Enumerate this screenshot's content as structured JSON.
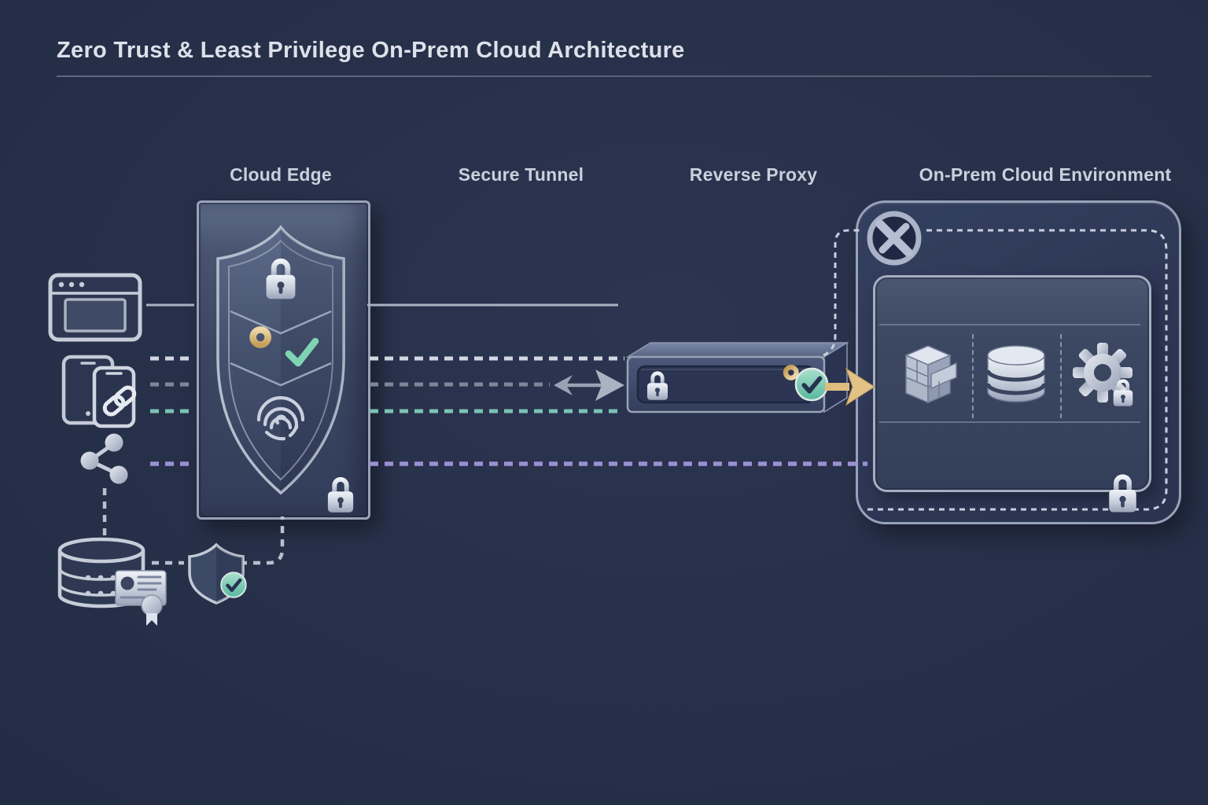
{
  "title": "Zero Trust & Least Privilege On-Prem Cloud Architecture",
  "labels": {
    "cloud_edge": "Cloud Edge",
    "secure_tunnel": "Secure Tunnel",
    "reverse_proxy": "Reverse Proxy",
    "on_prem": "On-Prem Cloud Environment"
  },
  "zones": {
    "clients": {
      "icons": [
        "browser-window-icon",
        "mobile-devices-link-icon",
        "share-network-icon",
        "database-icon",
        "certificate-icon",
        "shield-check-icon"
      ]
    },
    "cloud_edge": {
      "icons": [
        "shield-icon",
        "padlock-icon",
        "key-icon",
        "check-icon",
        "fingerprint-icon",
        "padlock-icon"
      ]
    },
    "secure_tunnel": {
      "lines": [
        {
          "style": "solid",
          "color": "#aab3c2"
        },
        {
          "style": "dashed",
          "color": "#d2d7e1"
        },
        {
          "style": "dashed",
          "color": "#7e8798"
        },
        {
          "style": "dashed",
          "color": "#7cc2b6"
        },
        {
          "style": "dashed",
          "color": "#9b90d0"
        }
      ]
    },
    "reverse_proxy": {
      "icons": [
        "padlock-icon",
        "key-icon",
        "check-circle-icon",
        "gold-arrow-icon"
      ]
    },
    "on_prem": {
      "icons": [
        "no-access-icon",
        "bricks-icon",
        "database-icon",
        "gear-lock-icon",
        "padlock-icon"
      ]
    }
  },
  "palette": {
    "background": "#273049",
    "panel_border": "#98a2b7",
    "icon_silver": "#ccd3e0",
    "accent_gold": "#d9b36b",
    "accent_mint": "#6cc3ab",
    "accent_purple": "#9b90d0",
    "accent_teal": "#7cc2b6",
    "text": "#dce1ea"
  }
}
